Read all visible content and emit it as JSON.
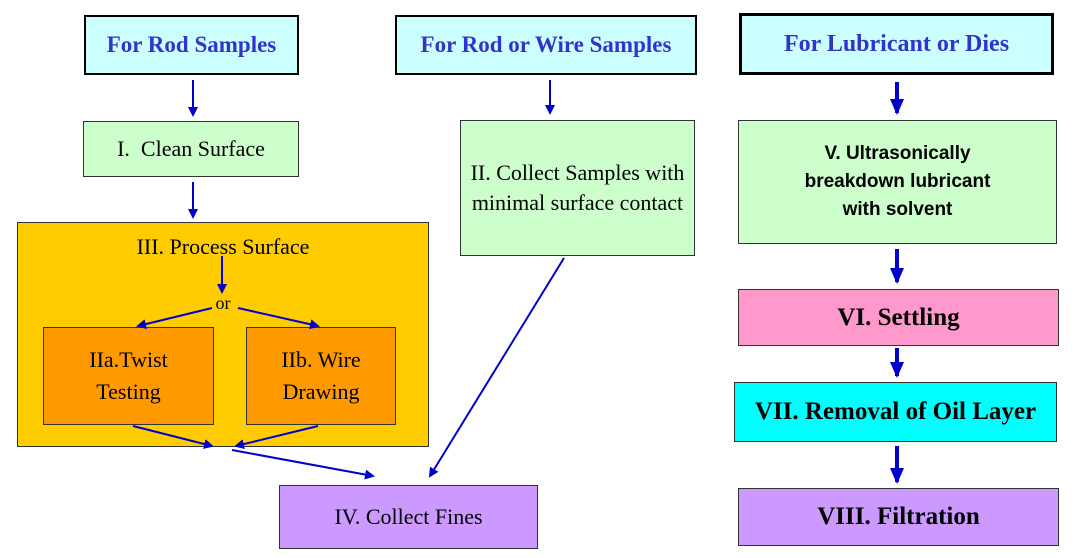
{
  "headers": {
    "rod": "For Rod Samples",
    "rod_or_wire": "For Rod or Wire Samples",
    "lubricant": "For Lubricant or Dies"
  },
  "steps": {
    "i": "I.  Clean Surface",
    "ii": "II. Collect Samples with minimal surface contact",
    "iii": "III. Process Surface",
    "or": "or",
    "iia": "IIa.Twist Testing",
    "iib": "IIb. Wire Drawing",
    "iv": "IV. Collect Fines",
    "v": "V. Ultrasonically breakdown lubricant with solvent",
    "vi": "VI. Settling",
    "vii": "VII. Removal of Oil Layer",
    "viii": "VIII. Filtration"
  },
  "colors": {
    "header_fill": "#ccffff",
    "header_text": "#3333cc",
    "step_green": "#ccffcc",
    "process_fill": "#ffcc00",
    "subprocess_fill": "#ff9900",
    "collect_fines": "#cc99ff",
    "settling": "#ff99cc",
    "removal_oil": "#00ffff",
    "filtration": "#cc99ff",
    "arrow": "#0000cc"
  }
}
